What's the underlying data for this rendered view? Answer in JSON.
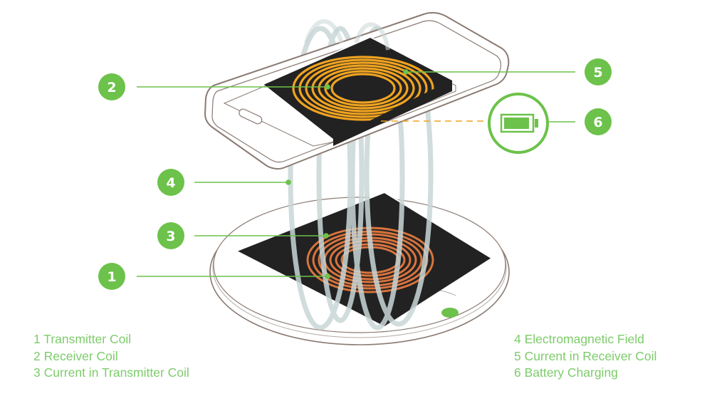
{
  "colors": {
    "accent_green": "#6cc24a",
    "legend_text": "#7dcc6a",
    "receiver_coil": "#f0a320",
    "transmitter_coil": "#d8743e",
    "coil_backing": "#222222",
    "outline": "#8a7a72",
    "field": "#c9d6d6",
    "battery_led": "#6cc24a"
  },
  "callouts": [
    {
      "number": "1",
      "label": "Transmitter Coil"
    },
    {
      "number": "2",
      "label": "Receiver Coil"
    },
    {
      "number": "3",
      "label": "Current in Transmitter Coil"
    },
    {
      "number": "4",
      "label": "Electromagnetic Field"
    },
    {
      "number": "5",
      "label": "Current in Receiver Coil"
    },
    {
      "number": "6",
      "label": "Battery Charging"
    }
  ],
  "legend": {
    "left": [
      "1 Transmitter Coil",
      "2 Receiver Coil",
      "3 Current in Transmitter Coil"
    ],
    "right": [
      "4 Electromagnetic Field",
      "5 Current in Receiver Coil",
      "6 Battery Charging"
    ]
  },
  "icons": {
    "battery": "battery-full-icon"
  }
}
